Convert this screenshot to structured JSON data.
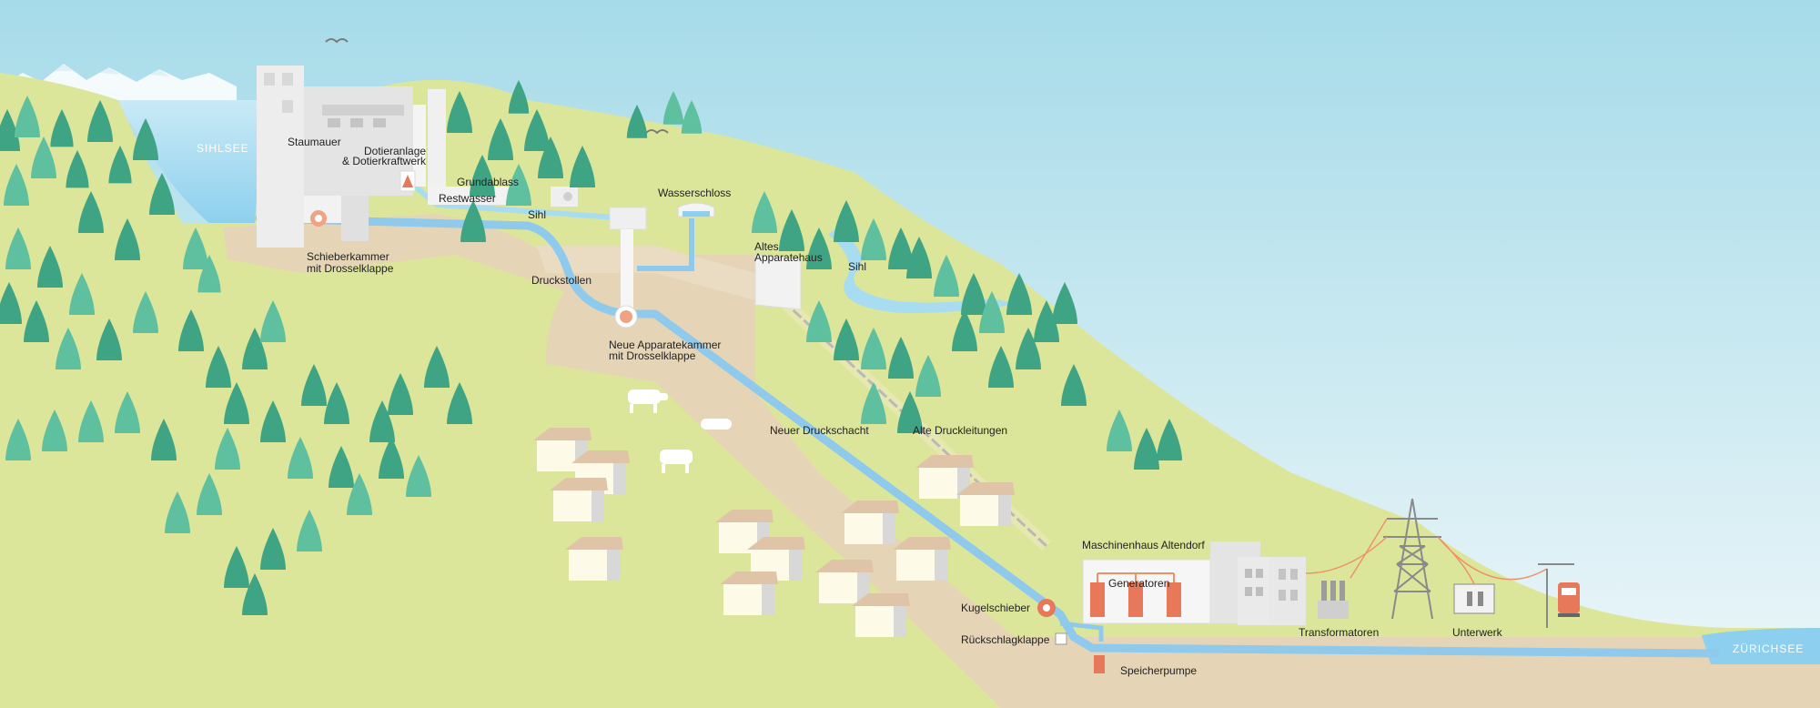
{
  "colors": {
    "sky_top": "#a6dbe9",
    "sky_bottom": "#eef7f9",
    "grass": "#dce69a",
    "soil": "#e5d5b6",
    "water": "#8ccfee",
    "pipe": "#8fc9ec",
    "tree": "#3fa483",
    "tree_light": "#5fc0a0",
    "building": "#eeeeee",
    "roof": "#e0c4a8",
    "house_wall": "#fdfbe8",
    "accent": "#e8785a",
    "power_line": "#f09068",
    "pylon": "#8a8a8a"
  },
  "lakes": {
    "sihlsee": "SIHLSEE",
    "zuerichsee": "ZÜRICHSEE"
  },
  "labels": {
    "staumauer": "Staumauer",
    "dotieranlage_1": "Dotieranlage",
    "dotieranlage_2": "& Dotierkraftwerk",
    "grundablass": "Grundablass",
    "restwasser": "Restwasser",
    "sihl_upper": "Sihl",
    "wasserschloss": "Wasserschloss",
    "schieberkammer_1": "Schieberkammer",
    "schieberkammer_2": "mit Drosselklappe",
    "druckstollen": "Druckstollen",
    "altes_apparatehaus_1": "Altes",
    "altes_apparatehaus_2": "Apparatehaus",
    "sihl_river": "Sihl",
    "neue_apparatekammer_1": "Neue Apparatekammer",
    "neue_apparatekammer_2": "mit Drosselklappe",
    "neuer_druckschacht": "Neuer Druckschacht",
    "alte_druckleitungen": "Alte Druckleitungen",
    "maschinenhaus": "Maschinenhaus Altendorf",
    "generatoren": "Generatoren",
    "kugelschieber": "Kugelschieber",
    "rueckschlagklappe": "Rückschlagklappe",
    "speicherpumpe": "Speicherpumpe",
    "transformatoren": "Transformatoren",
    "unterwerk": "Unterwerk"
  },
  "icons": {
    "trees": "conifer-tree-icon",
    "houses": "house-icon",
    "cows": "cow-icon",
    "birds": "bird-icon",
    "pylon": "power-pylon-icon",
    "train": "train-icon",
    "turbine": "turbine-icon",
    "valve": "valve-icon",
    "pump": "pump-icon",
    "transformer": "transformer-icon"
  }
}
